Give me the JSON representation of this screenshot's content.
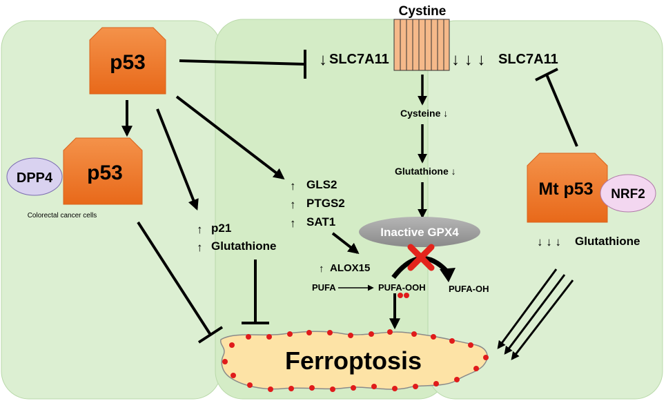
{
  "labels": {
    "p53_top": "p53",
    "p53_dpp4": "p53",
    "dpp4": "DPP4",
    "colorectal": "Colorectal cancer cells",
    "cystine": "Cystine",
    "slc7a11_left": "SLC7A11",
    "slc7a11_right": "SLC7A11",
    "cysteine": "Cysteine",
    "glutathione_mid": "Glutathione",
    "gls2": "GLS2",
    "ptgs2": "PTGS2",
    "sat1": "SAT1",
    "p21": "p21",
    "glutathione_left": "Glutathione",
    "alox15": "ALOX15",
    "pufa": "PUFA",
    "pufa_ooh": "PUFA-OOH",
    "pufa_oh": "PUFA-OH",
    "gpx4": "Inactive GPX4",
    "mt_p53": "Mt p53",
    "nrf2": "NRF2",
    "glutathione_right": "Glutathione",
    "ferroptosis": "Ferroptosis"
  },
  "colors": {
    "panel_fill": "#dcefd2",
    "p53_orange": "#f07a2a",
    "oval_purple": "#d9d2f0",
    "nrf2_pink": "#f3d7f0",
    "transporter": "#f5b98a",
    "gpx4_grey": "#9a9a9a",
    "ferroptosis_fill": "#fde3a6",
    "dot_red": "#e01b1b",
    "cross_red": "#e3241c"
  }
}
